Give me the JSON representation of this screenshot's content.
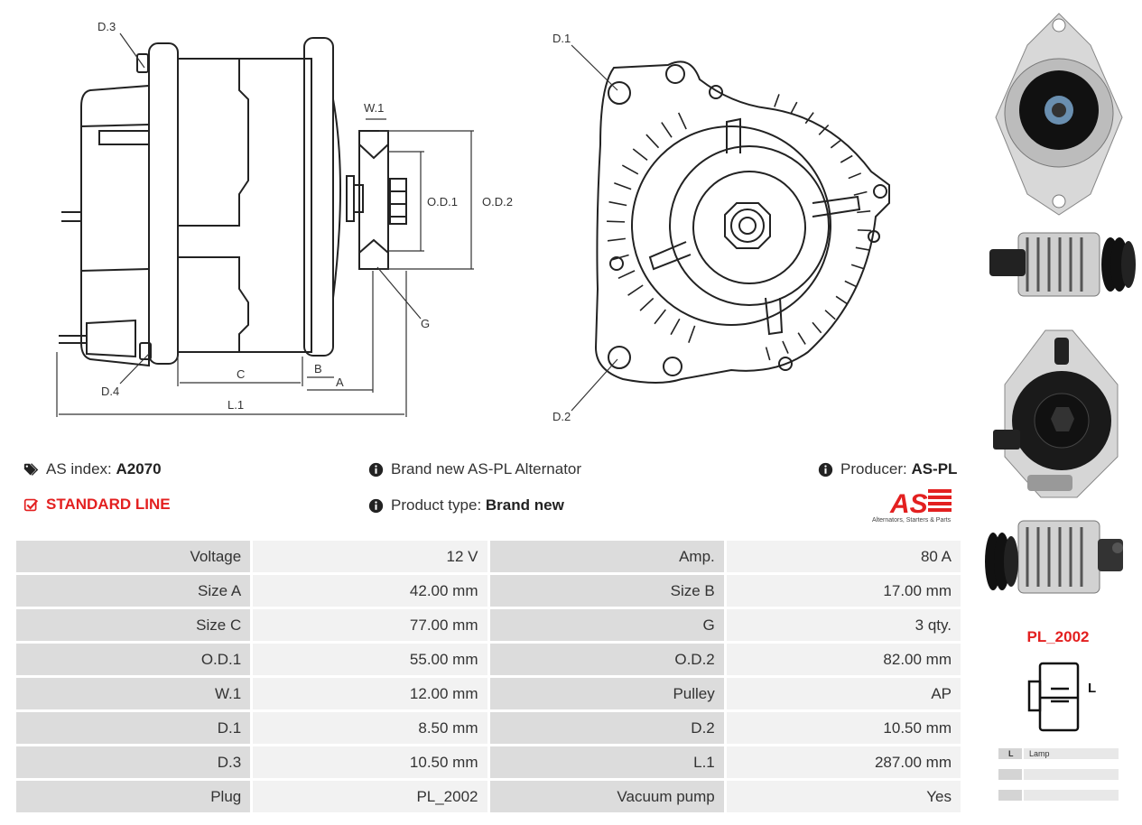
{
  "diagram_labels": {
    "d3": "D.3",
    "d4": "D.4",
    "w1": "W.1",
    "od1": "O.D.1",
    "od2": "O.D.2",
    "g": "G",
    "c": "C",
    "b": "B",
    "a": "A",
    "l1": "L.1",
    "d1": "D.1",
    "d2": "D.2"
  },
  "info": {
    "as_index_label": "AS index:",
    "as_index_value": "A2070",
    "description": "Brand new AS-PL Alternator",
    "producer_label": "Producer:",
    "producer_value": "AS-PL",
    "product_type_label": "Product type:",
    "product_type_value": "Brand new",
    "standard_line": "STANDARD LINE",
    "logo_tagline": "Alternators, Starters & Parts",
    "logo_text": "AS"
  },
  "specs": [
    {
      "l1": "Voltage",
      "v1": "12 V",
      "l2": "Amp.",
      "v2": "80 A"
    },
    {
      "l1": "Size A",
      "v1": "42.00 mm",
      "l2": "Size B",
      "v2": "17.00 mm"
    },
    {
      "l1": "Size C",
      "v1": "77.00 mm",
      "l2": "G",
      "v2": "3 qty."
    },
    {
      "l1": "O.D.1",
      "v1": "55.00 mm",
      "l2": "O.D.2",
      "v2": "82.00 mm"
    },
    {
      "l1": "W.1",
      "v1": "12.00 mm",
      "l2": "Pulley",
      "v2": "AP"
    },
    {
      "l1": "D.1",
      "v1": "8.50 mm",
      "l2": "D.2",
      "v2": "10.50 mm"
    },
    {
      "l1": "D.3",
      "v1": "10.50 mm",
      "l2": "L.1",
      "v2": "287.00 mm"
    },
    {
      "l1": "Plug",
      "v1": "PL_2002",
      "l2": "Vacuum pump",
      "v2": "Yes"
    }
  ],
  "plug": {
    "name": "PL_2002",
    "pin_label": "L",
    "legend": [
      {
        "key": "L",
        "value": "Lamp"
      },
      {
        "key": "",
        "value": ""
      },
      {
        "key": "",
        "value": ""
      }
    ]
  },
  "colors": {
    "accent_red": "#e32020",
    "label_bg": "#dcdcdc",
    "value_bg": "#f2f2f2"
  }
}
